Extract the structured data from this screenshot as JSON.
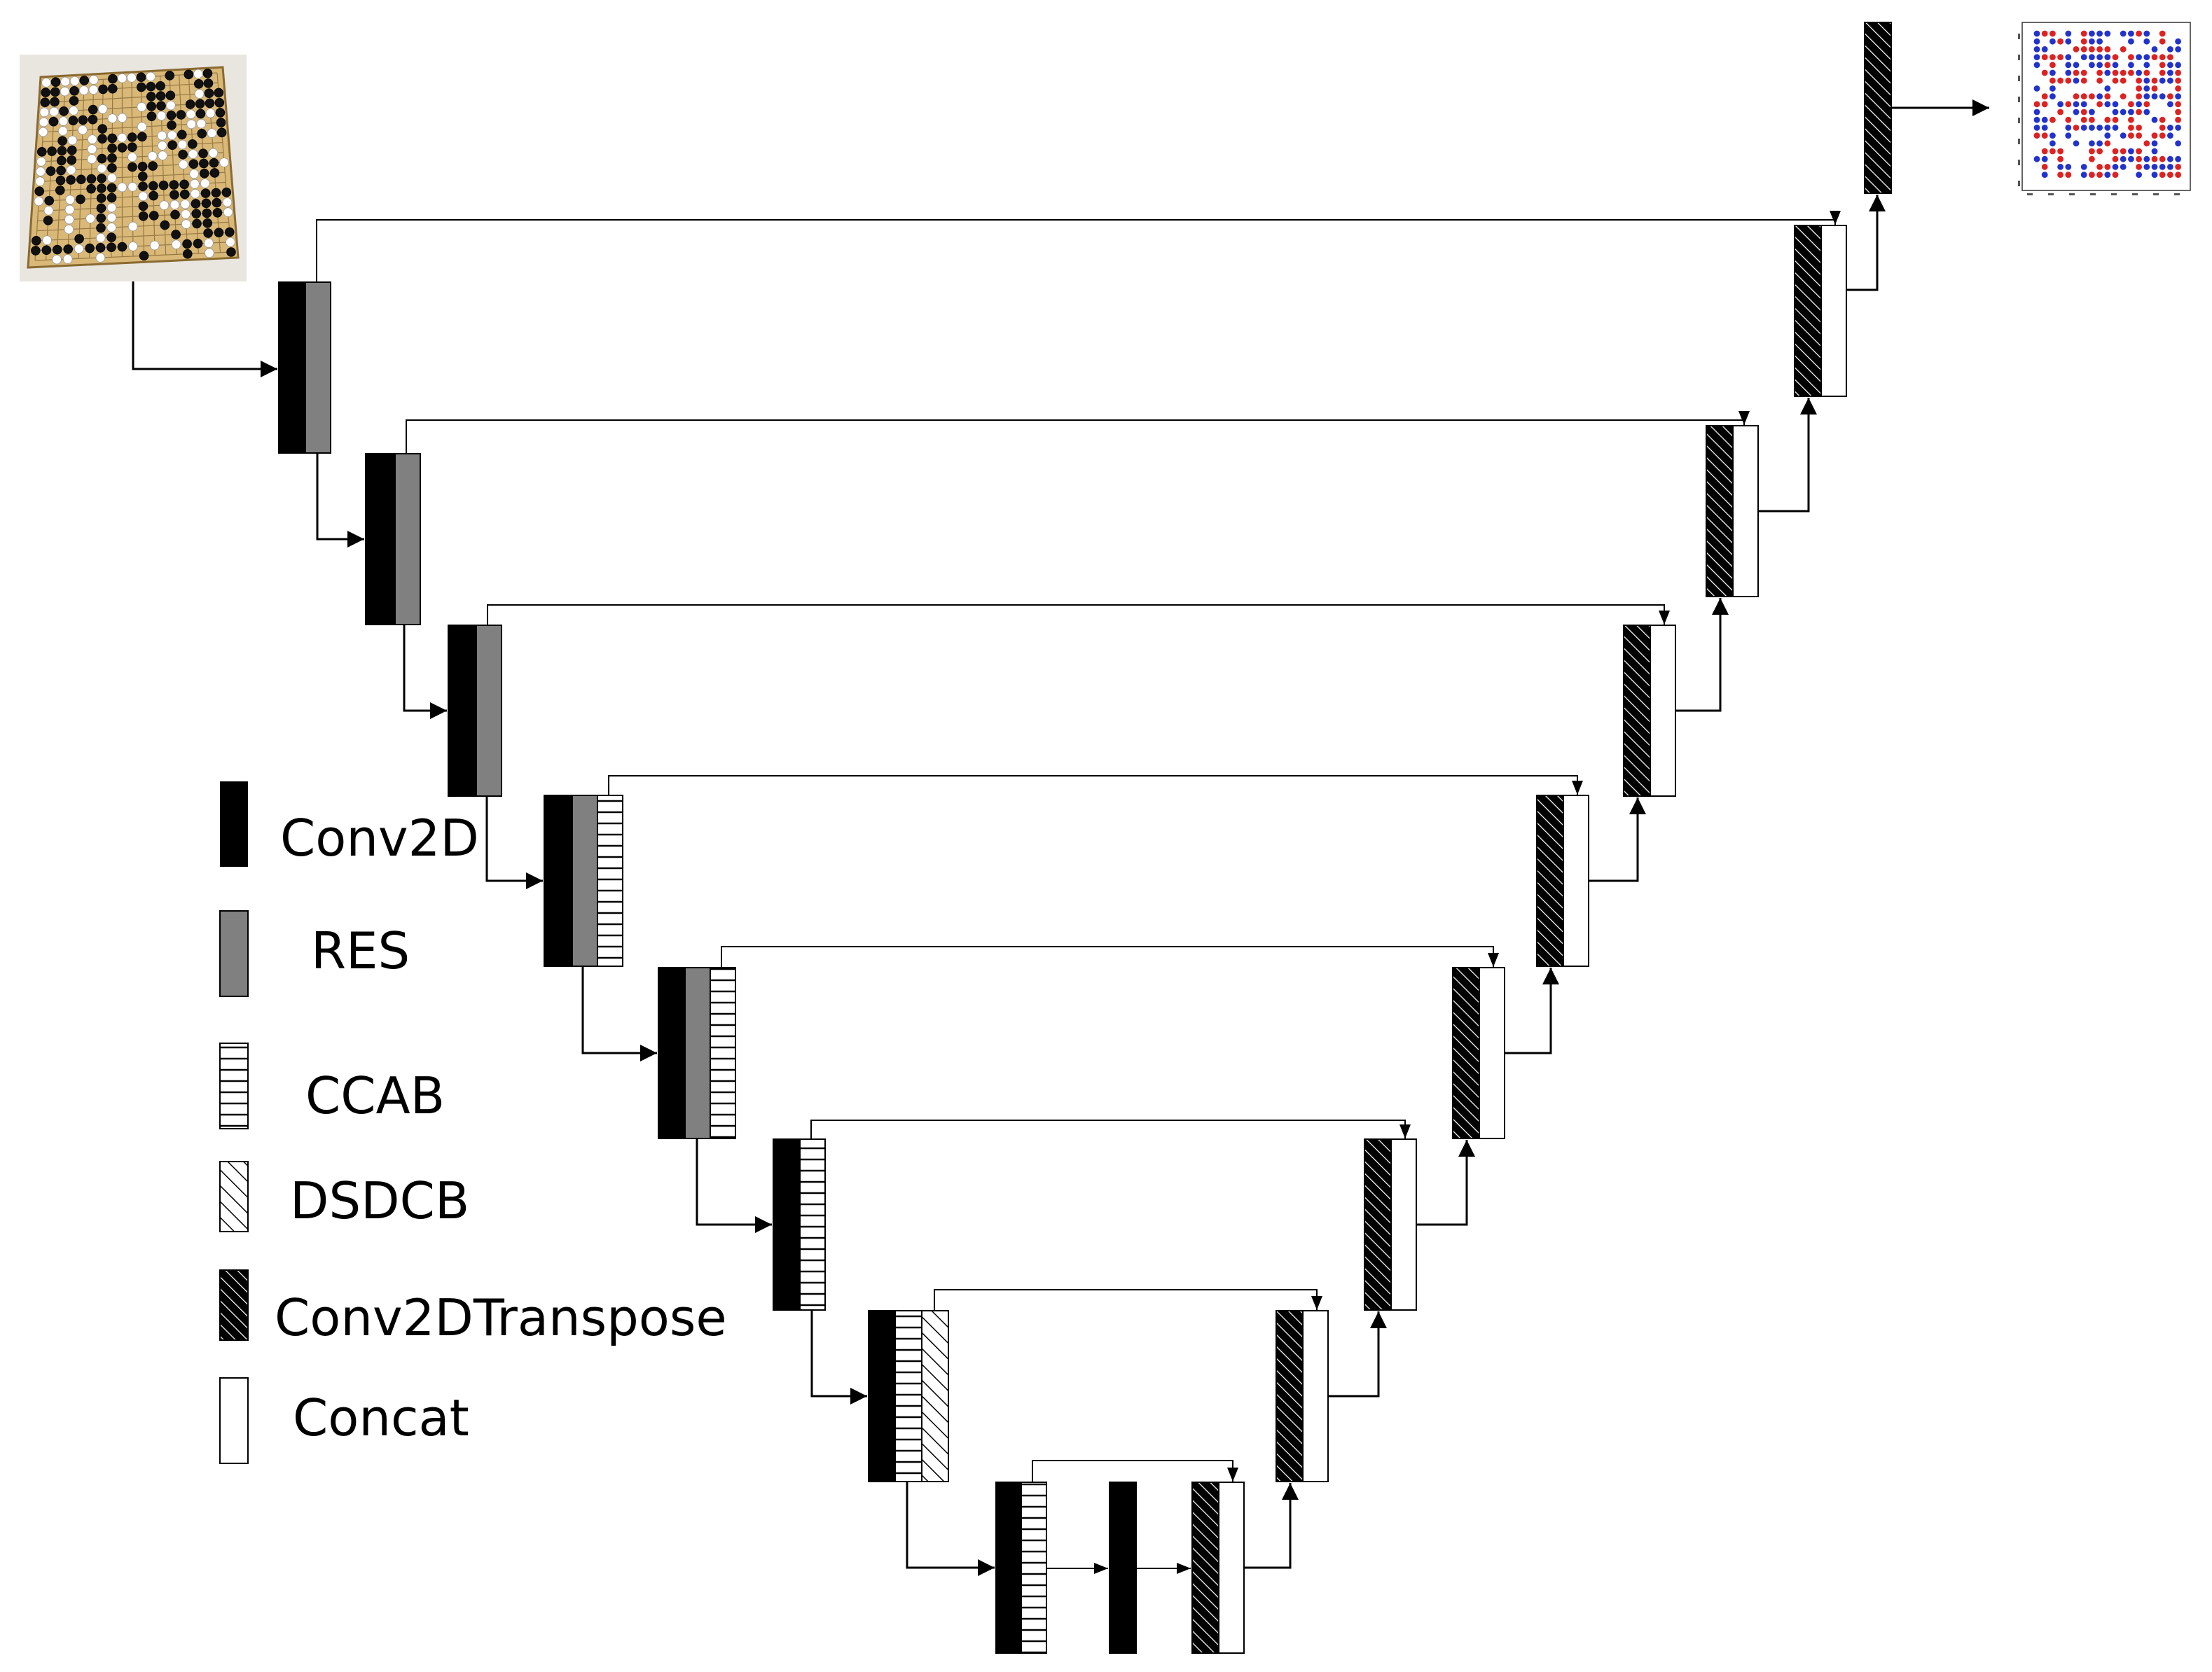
{
  "legend": {
    "conv2d": "Conv2D",
    "res": "RES",
    "ccab": "CCAB",
    "dsdcb": "DSDCB",
    "conv2dtranspose": "Conv2DTranspose",
    "concat": "Concat"
  },
  "images": {
    "input": "go-board-photo",
    "output": "stone-scatter-plot"
  },
  "colors": {
    "conv2d": "#000000",
    "res": "#808080",
    "concat": "#ffffff",
    "stroke": "#000000",
    "board": "#d9b878",
    "white_stone": "#ffffff",
    "black_stone": "#111111",
    "plot_red": "#dd2222",
    "plot_blue": "#2233cc"
  }
}
